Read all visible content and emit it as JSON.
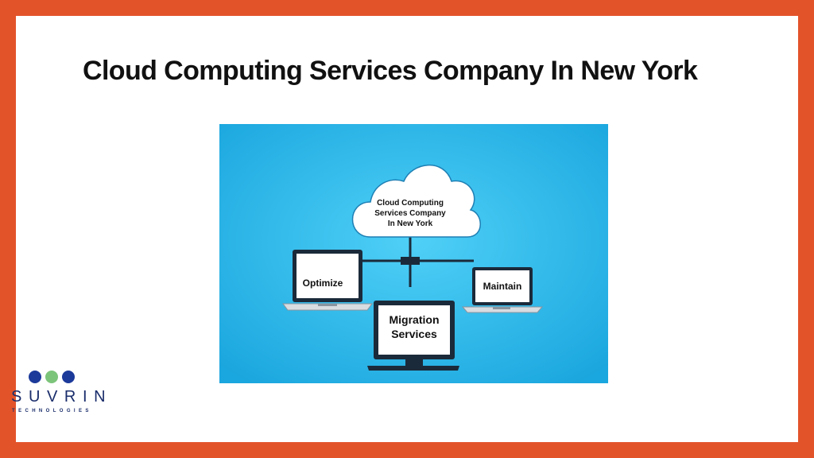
{
  "slide": {
    "title": "Cloud Computing Services Company In New York",
    "frame_color": "#e2532a"
  },
  "illustration": {
    "background_color": "#29b6ea",
    "cloud": {
      "line1": "Cloud Computing",
      "line2": "Services Company",
      "line3": "In New York"
    },
    "left_laptop_label": "Optimize",
    "right_laptop_label": "Maintain",
    "monitor": {
      "line1": "Migration",
      "line2": "Services"
    }
  },
  "logo": {
    "name": "SUVRIN",
    "tagline": "TECHNOLOGIES",
    "dot_colors": [
      "#1c3a9a",
      "#7cc47a",
      "#1c3a9a"
    ]
  }
}
